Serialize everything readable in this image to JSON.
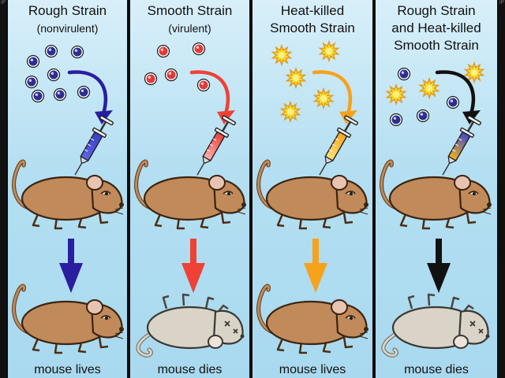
{
  "colors": {
    "background": "#111111",
    "panel_top": "#d8eff9",
    "panel_bottom": "#a9d9ef",
    "mouse_alive": "#c08a5a",
    "mouse_dead": "#d9d3c8",
    "rough_cell": "#2c2f8f",
    "smooth_cell": "#e23a3a",
    "heat_killed_cell": "#f2dc2a"
  },
  "panels": [
    {
      "id": "rough",
      "title_line1": "Rough Strain",
      "title_line2": "(nonvirulent)",
      "arrow_color": "#2a1ea0",
      "syringe_fill": "rough",
      "cells": "rough",
      "outcome": "lives",
      "caption": "mouse lives"
    },
    {
      "id": "smooth",
      "title_line1": "Smooth Strain",
      "title_line2": "(virulent)",
      "arrow_color": "#ef4136",
      "syringe_fill": "smooth",
      "cells": "smooth",
      "outcome": "dies",
      "caption": "mouse dies"
    },
    {
      "id": "heat-killed",
      "title_line1": "Heat-killed",
      "title_line2": "Smooth Strain",
      "arrow_color": "#f7a21b",
      "syringe_fill": "heat",
      "cells": "heat",
      "outcome": "lives",
      "caption": "mouse lives"
    },
    {
      "id": "rough-and-heat-killed",
      "title_line1": "Rough Strain",
      "title_line2": "and Heat-killed",
      "title_line3": "Smooth Strain",
      "arrow_color": "#111111",
      "syringe_fill": "mixed",
      "cells": "mixed",
      "outcome": "dies",
      "caption": "mouse dies"
    }
  ]
}
